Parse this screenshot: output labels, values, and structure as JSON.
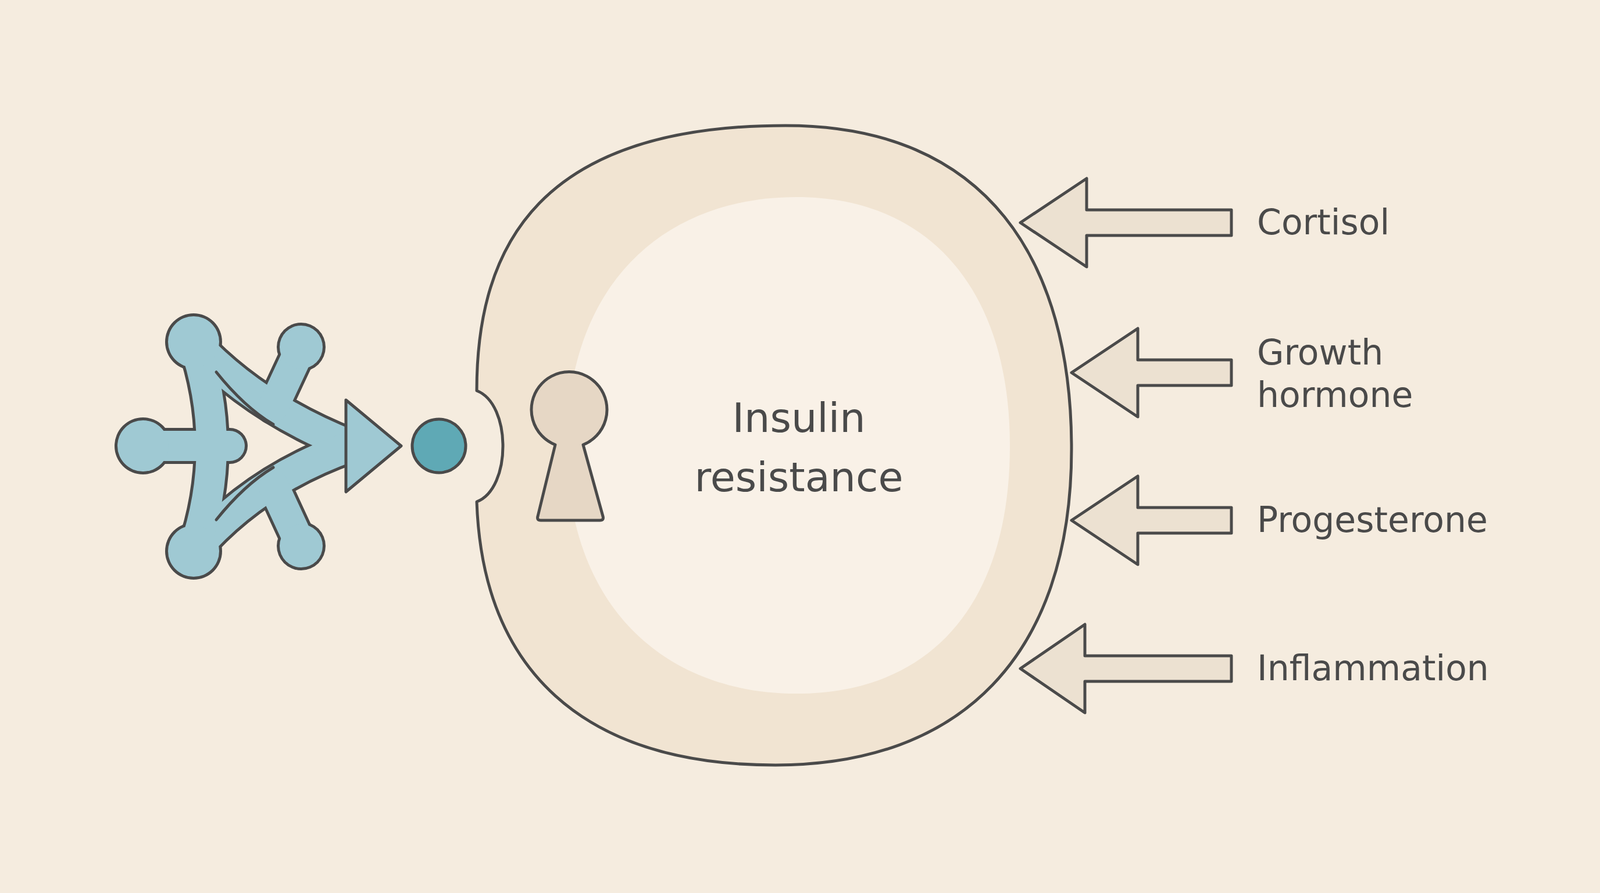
{
  "diagram": {
    "nodes": [
      {
        "text": [
          "Insulin resistance"
        ]
      }
    ],
    "labels": [
      "Cortisol",
      "Growth hormone",
      "Progesterone",
      "Inflammation"
    ]
  }
}
